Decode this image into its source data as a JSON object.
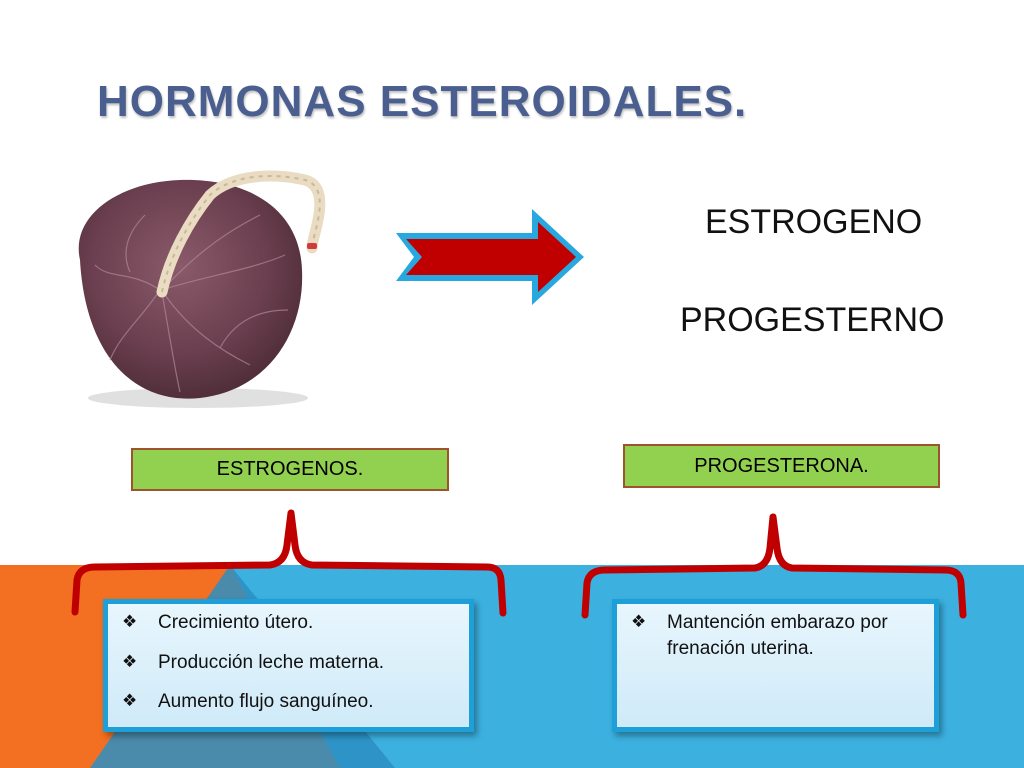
{
  "slide": {
    "title": "HORMONAS ESTEROIDALES.",
    "hormones": [
      "ESTROGENO",
      "PROGESTERNO"
    ],
    "left_tag": "ESTROGENOS.",
    "right_tag": "PROGESTERONA.",
    "left_items": [
      "Crecimiento útero.",
      "Producción leche materna.",
      "Aumento flujo sanguíneo."
    ],
    "right_items": [
      "Mantención embarazo por frenación uterina."
    ],
    "bullet_glyph": "❖"
  },
  "colors": {
    "title": "#4a5f8f",
    "tag_fill": "#92d050",
    "tag_border": "#a0522d",
    "brace": "#c00000",
    "box_border": "#1e9fd8",
    "arrow_fill": "#c00000",
    "arrow_border": "#29a8e0",
    "bg_orange": "#f36f21",
    "bg_blue": "#3cb1e0"
  }
}
